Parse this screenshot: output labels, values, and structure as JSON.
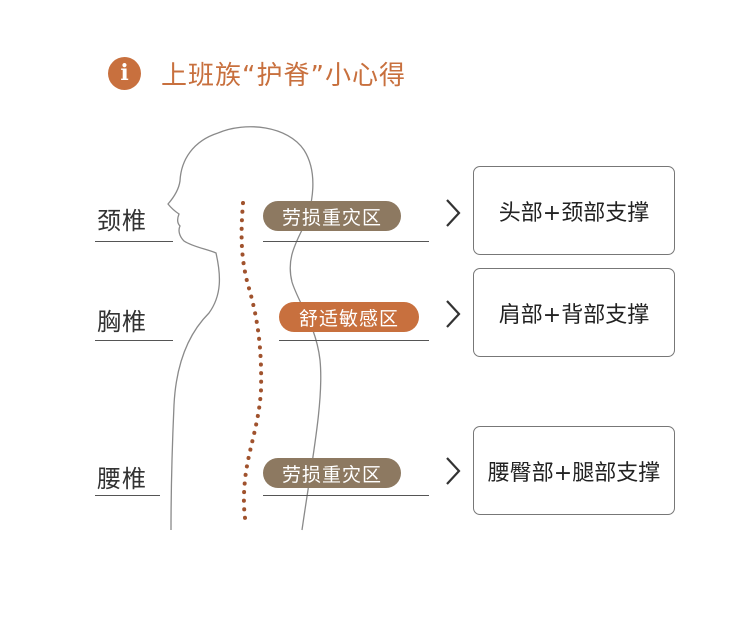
{
  "header": {
    "icon": "info-icon",
    "icon_glyph": "i",
    "title": "上班族“护脊”小心得"
  },
  "rows": [
    {
      "label": "颈椎",
      "zone": "劳损重灾区",
      "zone_color": "#8d7961",
      "support": "头部+颈部支撑"
    },
    {
      "label": "胸椎",
      "zone": "舒适敏感区",
      "zone_color": "#c8703e",
      "support": "肩部+背部支撑"
    },
    {
      "label": "腰椎",
      "zone": "劳损重灾区",
      "zone_color": "#8d7961",
      "support": "腰臀部+腿部支撑"
    }
  ],
  "colors": {
    "accent": "#c8703e",
    "muted": "#8d7961",
    "spine_dots": "#a0522d"
  }
}
